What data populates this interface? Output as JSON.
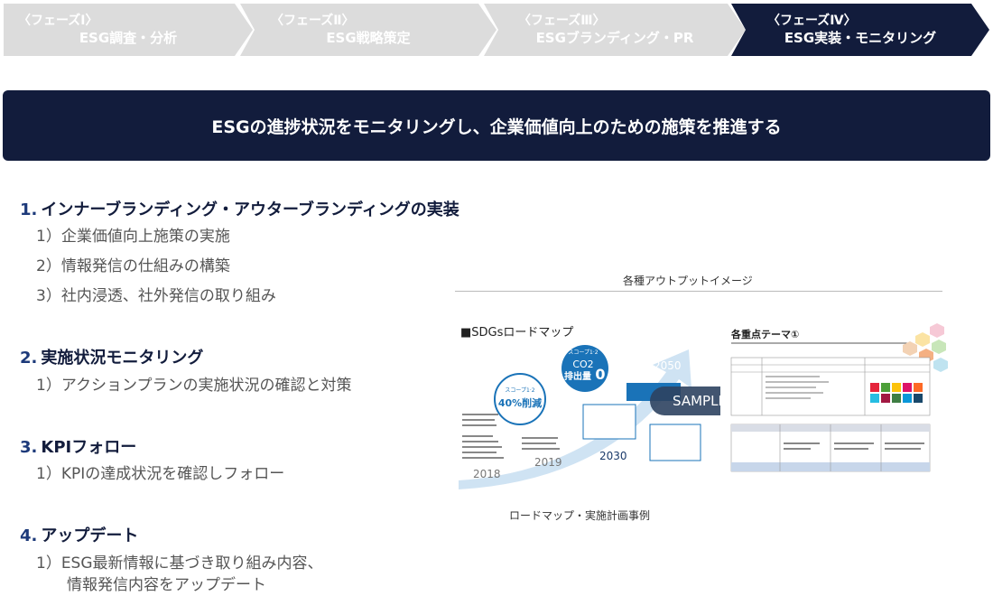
{
  "phases": [
    {
      "tag": "〈フェーズⅠ〉",
      "name": "ESG調査・分析",
      "active": false
    },
    {
      "tag": "〈フェーズⅡ〉",
      "name": "ESG戦略策定",
      "active": false
    },
    {
      "tag": "〈フェーズⅢ〉",
      "name": "ESGブランディング・PR",
      "active": false
    },
    {
      "tag": "〈フェーズⅣ〉",
      "name": "ESG実装・モニタリング",
      "active": true
    }
  ],
  "banner": "ESGの進捗状況をモニタリングし、企業価値向上のための施策を推進する",
  "sections": [
    {
      "num": "1.",
      "title": "インナーブランディング・アウターブランディングの実装",
      "items": [
        "1）企業価値向上施策の実施",
        "2）情報発信の仕組みの構築",
        "3）社内浸透、社外発信の取り組み"
      ]
    },
    {
      "num": "2.",
      "title": "実施状況モニタリング",
      "items": [
        "1）アクションプランの実施状況の確認と対策"
      ]
    },
    {
      "num": "3.",
      "title": "KPIフォロー",
      "items": [
        "1）KPIの達成状況を確認しフォロー"
      ]
    },
    {
      "num": "4.",
      "title": "アップデート",
      "items": [
        "1）ESG最新情報に基づき取り組み内容、",
        "情報発信内容をアップデート"
      ]
    }
  ],
  "output": {
    "caption_top": "各種アウトプットイメージ",
    "caption_bottom": "ロードマップ・実施計画事例",
    "roadmap_title": "■SDGsロードマップ",
    "plan_title": "各重点テーマ①",
    "sample_label": "SAMPLE",
    "years": [
      "2018",
      "2019",
      "2030",
      "2050"
    ],
    "scope_label": "スコープ1·2",
    "co2_label": "CO2",
    "co2_emission": "排出量",
    "reduction": "40%削減",
    "zero": "0"
  },
  "colors": {
    "navy": "#121c3c",
    "phase_inactive": "#dcdcdc",
    "phase_active": "#121c3c",
    "accent_blue": "#1d3a7a",
    "roadmap_blue": "#1a73b8"
  }
}
